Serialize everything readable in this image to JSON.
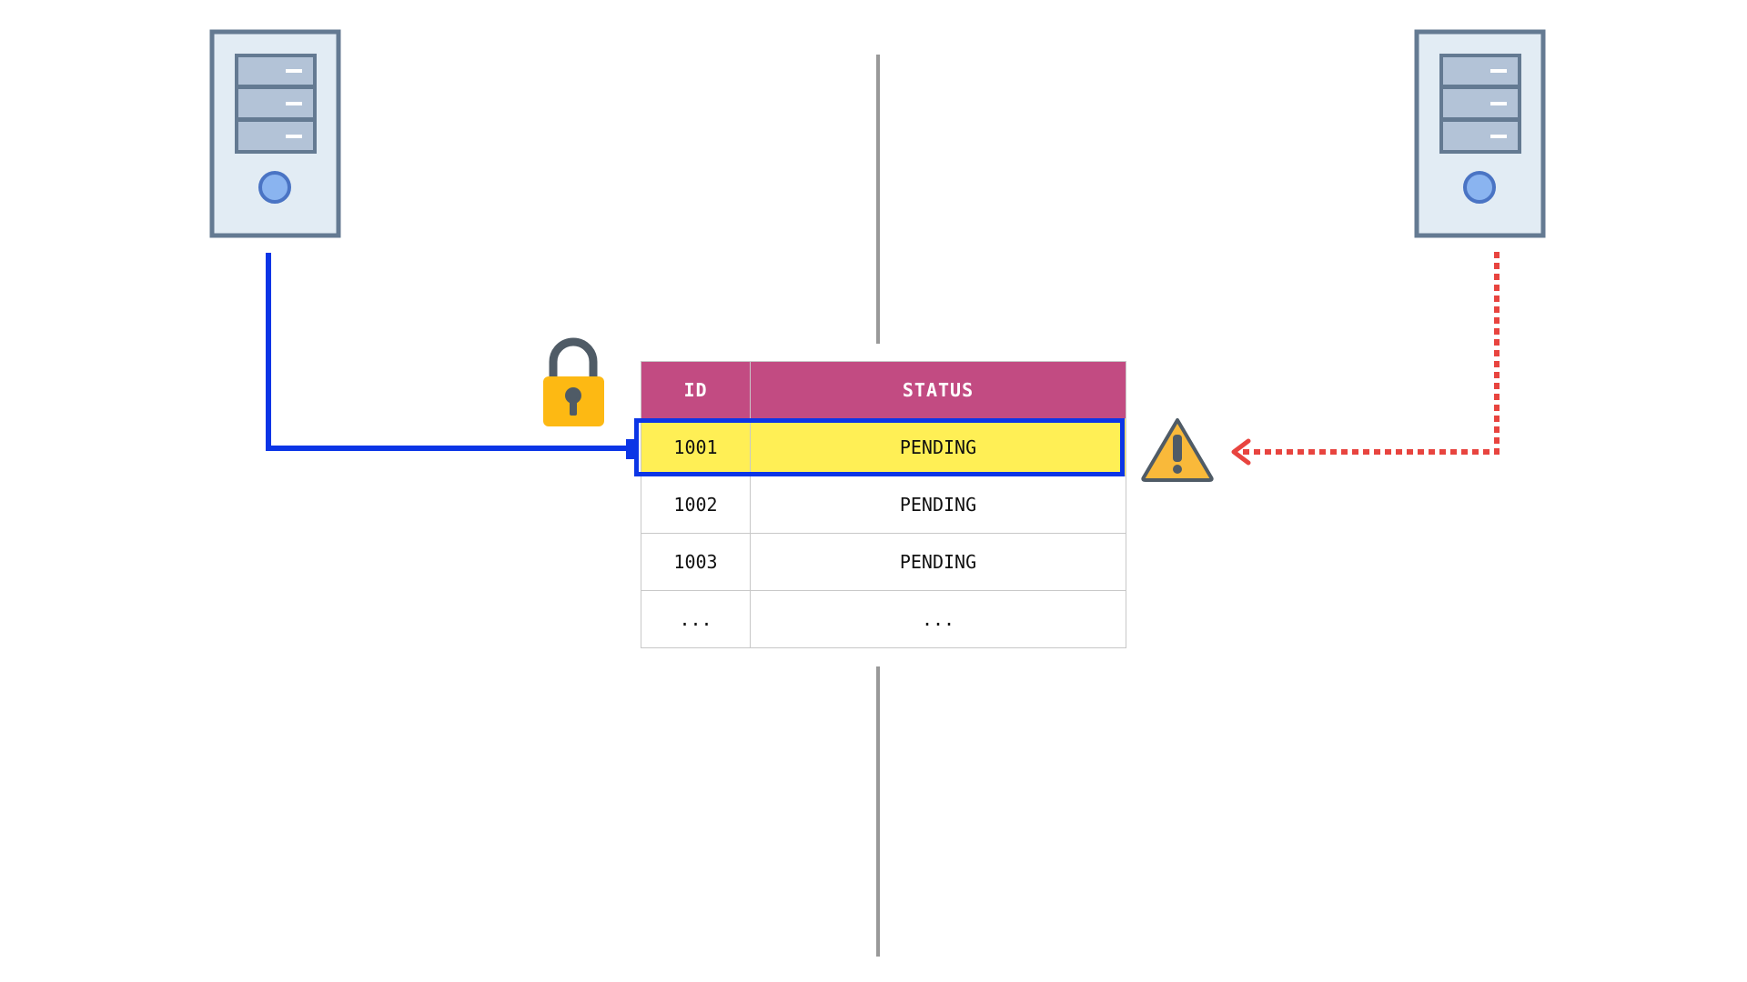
{
  "table": {
    "headers": {
      "id": "ID",
      "status": "STATUS"
    },
    "rows": [
      {
        "id": "1001",
        "status": "PENDING"
      },
      {
        "id": "1002",
        "status": "PENDING"
      },
      {
        "id": "1003",
        "status": "PENDING"
      },
      {
        "id": "...",
        "status": "..."
      }
    ]
  },
  "icons": {
    "left_server": "server-icon",
    "right_server": "server-icon",
    "lock": "padlock-icon",
    "warning": "warning-icon"
  },
  "colors": {
    "lock_connection": "#0b35e6",
    "blocked_request": "#e8443f",
    "table_header": "#c24b82",
    "locked_row": "#ffef55",
    "lock_body": "#fdb913",
    "warning_fill": "#f9b93a",
    "divider": "#999999"
  }
}
